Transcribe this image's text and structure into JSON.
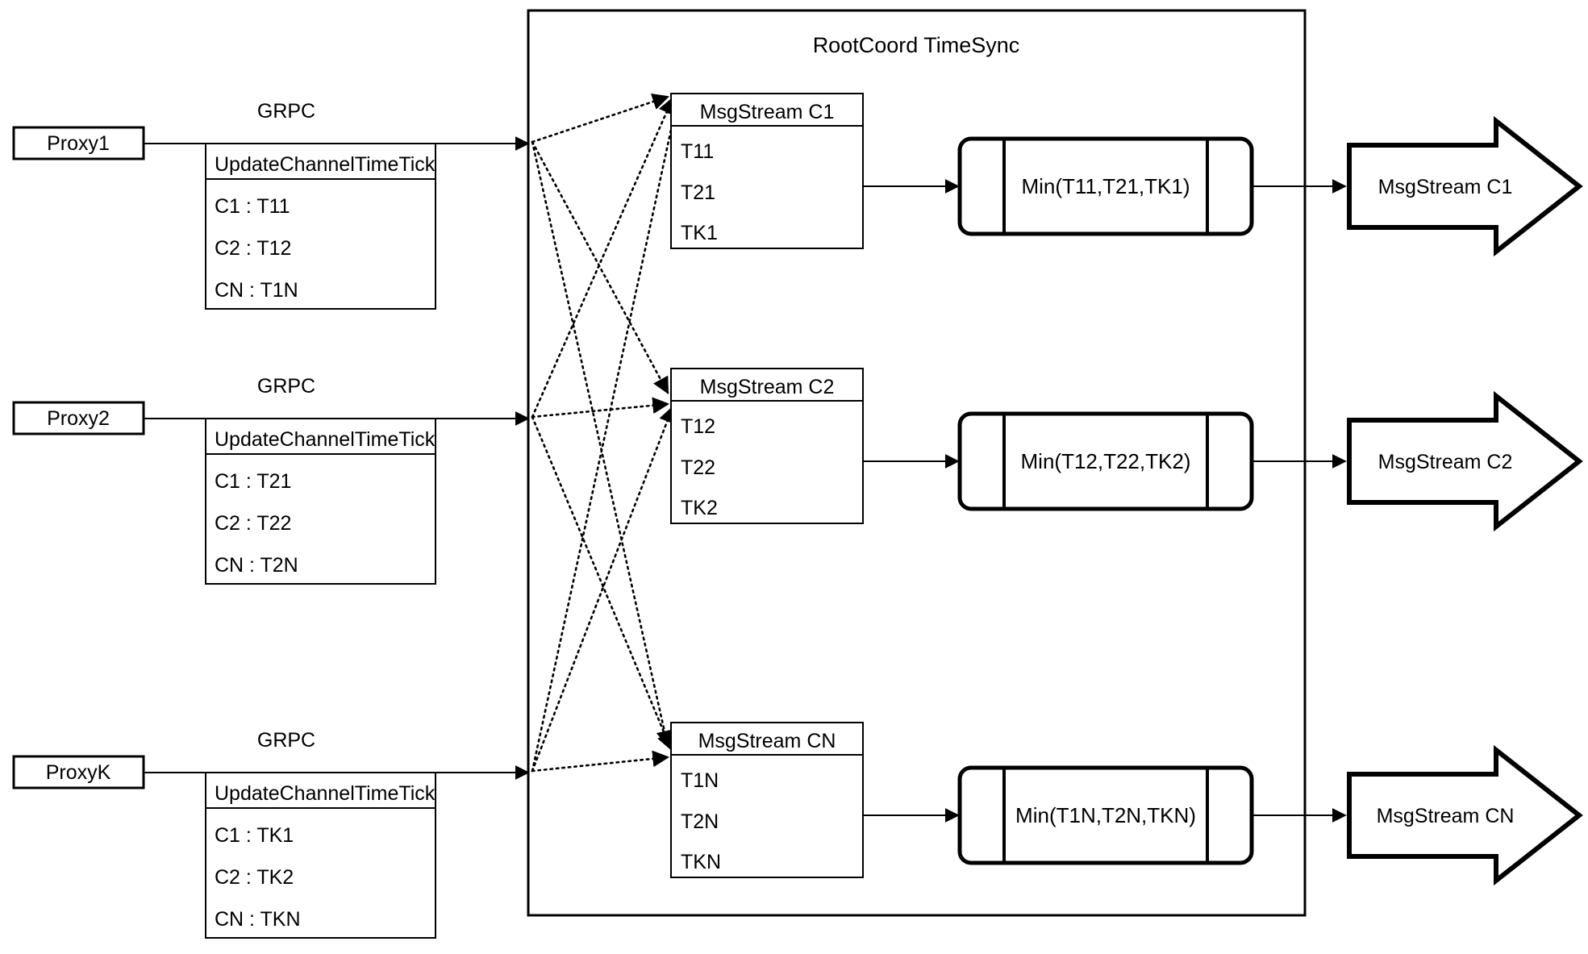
{
  "diagram": {
    "title": "RootCoord TimeSync",
    "container_label": "RootCoord TimeSync",
    "link_label": "GRPC"
  },
  "proxies": [
    {
      "name": "Proxy1",
      "link_label": "GRPC",
      "rpc_title": "UpdateChannelTimeTick",
      "rows": [
        "C1 :  T11",
        "C2 :  T12",
        "CN : T1N"
      ]
    },
    {
      "name": "Proxy2",
      "link_label": "GRPC",
      "rpc_title": "UpdateChannelTimeTick",
      "rows": [
        "C1 :  T21",
        "C2 :  T22",
        "CN : T2N"
      ]
    },
    {
      "name": "ProxyK",
      "link_label": "GRPC",
      "rpc_title": "UpdateChannelTimeTick",
      "rows": [
        "C1 :  TK1",
        "C2 :  TK2",
        "CN : TKN"
      ]
    }
  ],
  "msgstreams": [
    {
      "title": "MsgStream C1",
      "rows": [
        "T11",
        "T21",
        "TK1"
      ]
    },
    {
      "title": "MsgStream C2",
      "rows": [
        "T12",
        "T22",
        "TK2"
      ]
    },
    {
      "title": "MsgStream CN",
      "rows": [
        "T1N",
        "T2N",
        "TKN"
      ]
    }
  ],
  "minboxes": [
    {
      "label": "Min(T11,T21,TK1)"
    },
    {
      "label": "Min(T12,T22,TK2)"
    },
    {
      "label": "Min(T1N,T2N,TKN)"
    }
  ],
  "outputs": [
    {
      "label": "MsgStream C1"
    },
    {
      "label": "MsgStream C2"
    },
    {
      "label": "MsgStream CN"
    }
  ],
  "colors": {
    "stroke": "#000000",
    "background": "#ffffff",
    "text": "#000000"
  }
}
